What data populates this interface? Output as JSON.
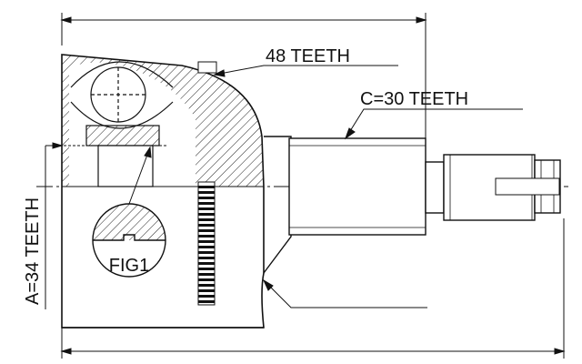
{
  "labels": {
    "outer_teeth": "48 TEETH",
    "spline_c": "C=30 TEETH",
    "spline_a": "A=34 TEETH",
    "figure_ref": "FIG1"
  },
  "colors": {
    "line": "#111111",
    "hatch": "#222222",
    "background": "#ffffff"
  }
}
